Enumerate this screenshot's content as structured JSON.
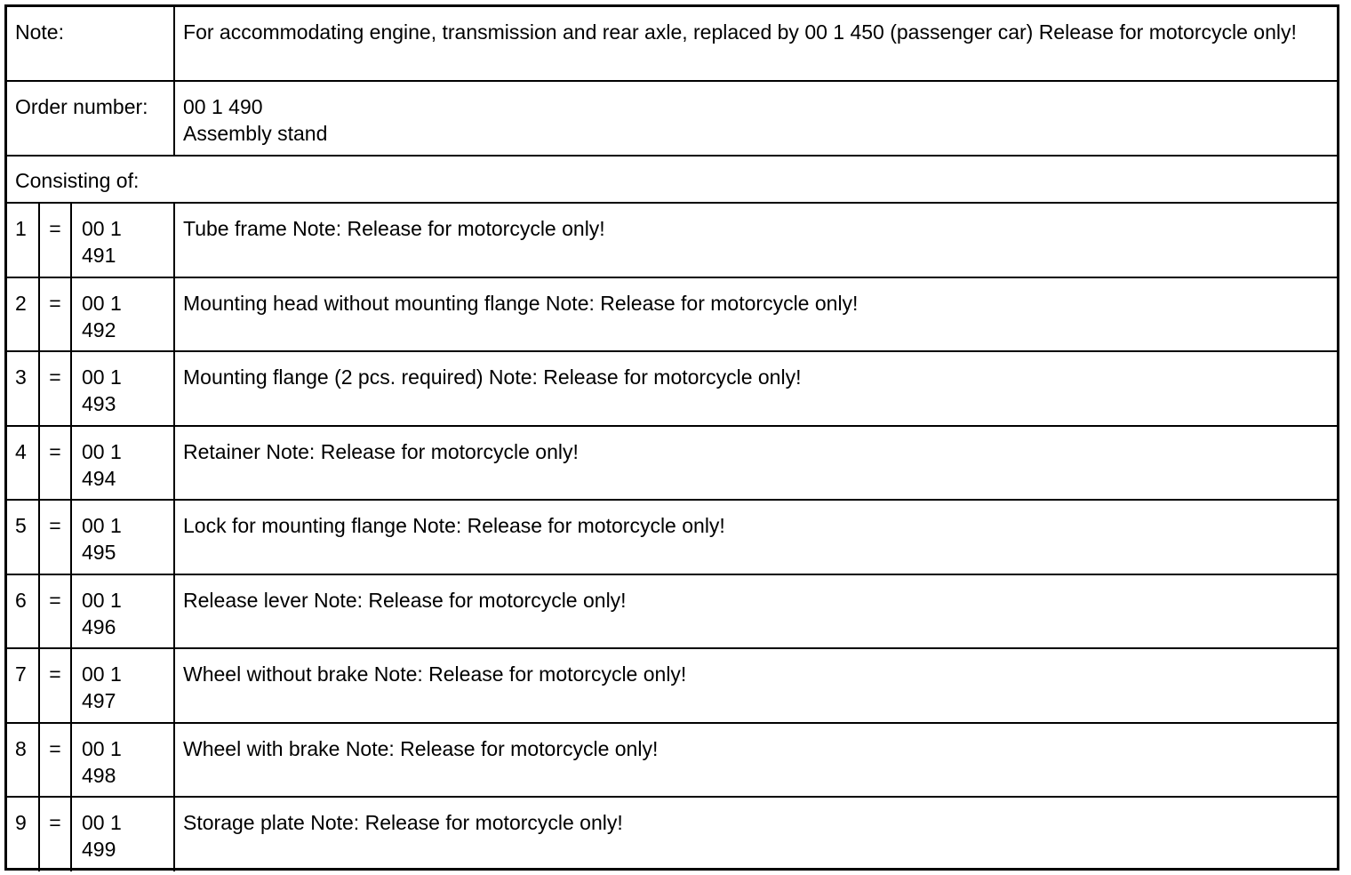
{
  "note": {
    "label": "Note:",
    "text": "For accommodating engine, transmission and rear axle, replaced by 00 1 450 (passenger car) Release for motorcycle only!"
  },
  "order": {
    "label": "Order number:",
    "number": "00 1 490",
    "name": "Assembly stand"
  },
  "consisting": {
    "label": "Consisting of:"
  },
  "items": [
    {
      "index": "1",
      "eq": "=",
      "part_line1": "00 1",
      "part_line2": "491",
      "description": "Tube frame Note: Release for motorcycle only!"
    },
    {
      "index": "2",
      "eq": "=",
      "part_line1": "00 1",
      "part_line2": "492",
      "description": "Mounting head without mounting flange Note: Release for motorcycle only!"
    },
    {
      "index": "3",
      "eq": "=",
      "part_line1": "00 1",
      "part_line2": "493",
      "description": "Mounting flange (2 pcs. required) Note: Release for motorcycle only!"
    },
    {
      "index": "4",
      "eq": "=",
      "part_line1": "00 1",
      "part_line2": "494",
      "description": "Retainer Note: Release for motorcycle only!"
    },
    {
      "index": "5",
      "eq": "=",
      "part_line1": "00 1",
      "part_line2": "495",
      "description": "Lock for mounting flange Note: Release for motorcycle only!"
    },
    {
      "index": "6",
      "eq": "=",
      "part_line1": "00 1",
      "part_line2": "496",
      "description": "Release lever Note: Release for motorcycle only!"
    },
    {
      "index": "7",
      "eq": "=",
      "part_line1": "00 1",
      "part_line2": "497",
      "description": "Wheel without brake Note: Release for motorcycle only!"
    },
    {
      "index": "8",
      "eq": "=",
      "part_line1": "00 1",
      "part_line2": "498",
      "description": "Wheel with brake Note: Release for motorcycle only!"
    },
    {
      "index": "9",
      "eq": "=",
      "part_line1": "00 1",
      "part_line2": "499",
      "description": "Storage plate Note: Release for motorcycle only!"
    }
  ]
}
